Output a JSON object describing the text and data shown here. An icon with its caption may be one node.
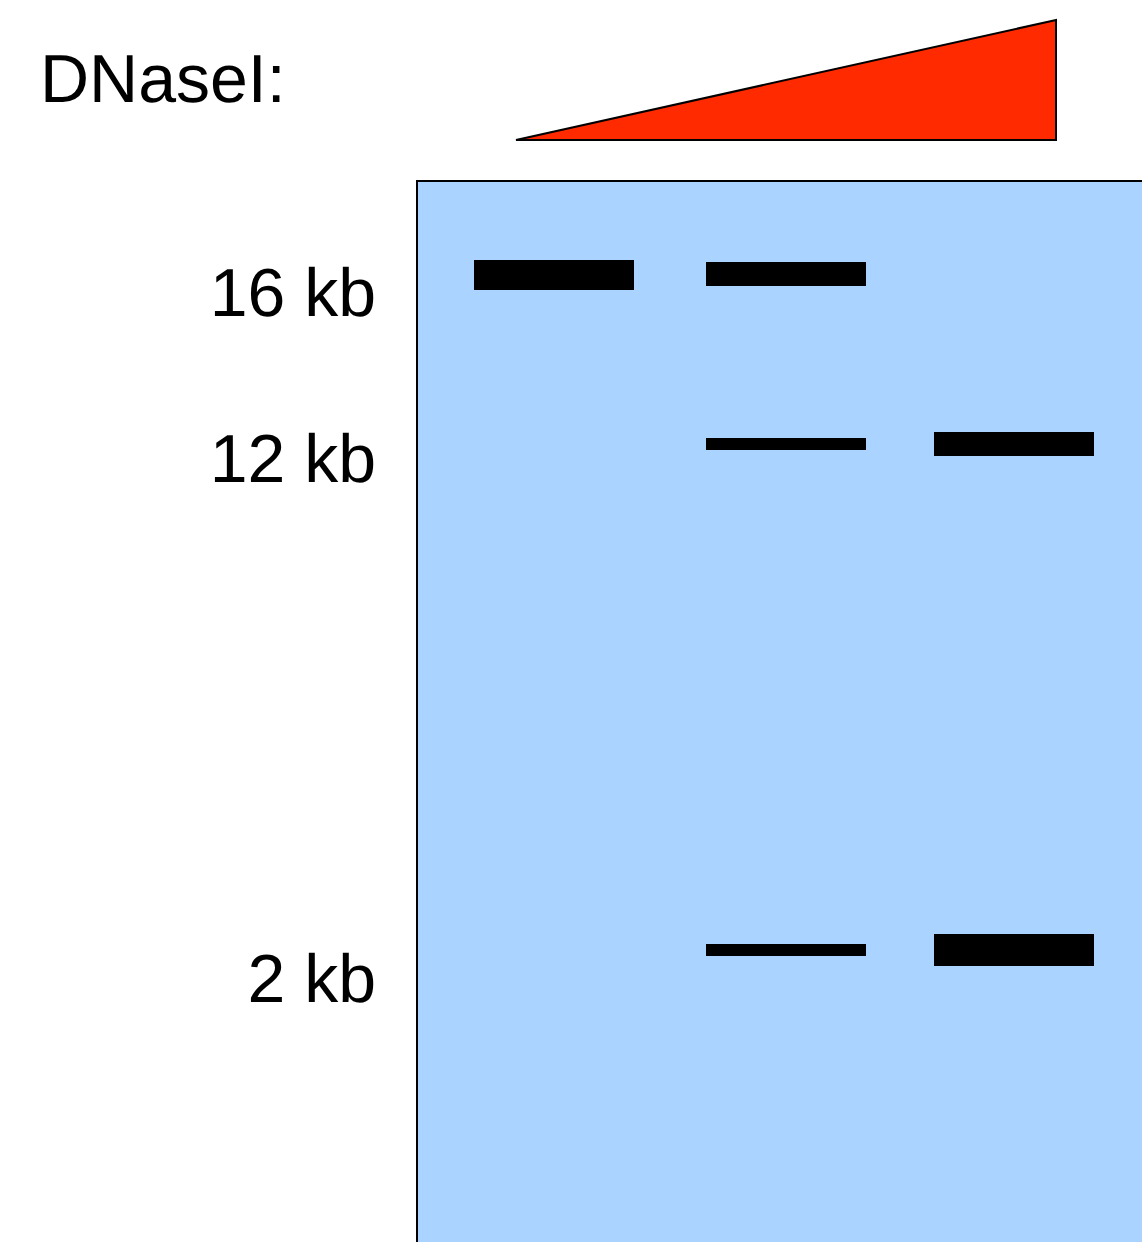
{
  "diagram": {
    "nodes": [
      {
        "text": [],
        "shape": "triangle"
      }
    ],
    "labels": [
      "DNaseI:",
      "16 kb",
      "12 kb",
      "2 kb"
    ]
  }
}
